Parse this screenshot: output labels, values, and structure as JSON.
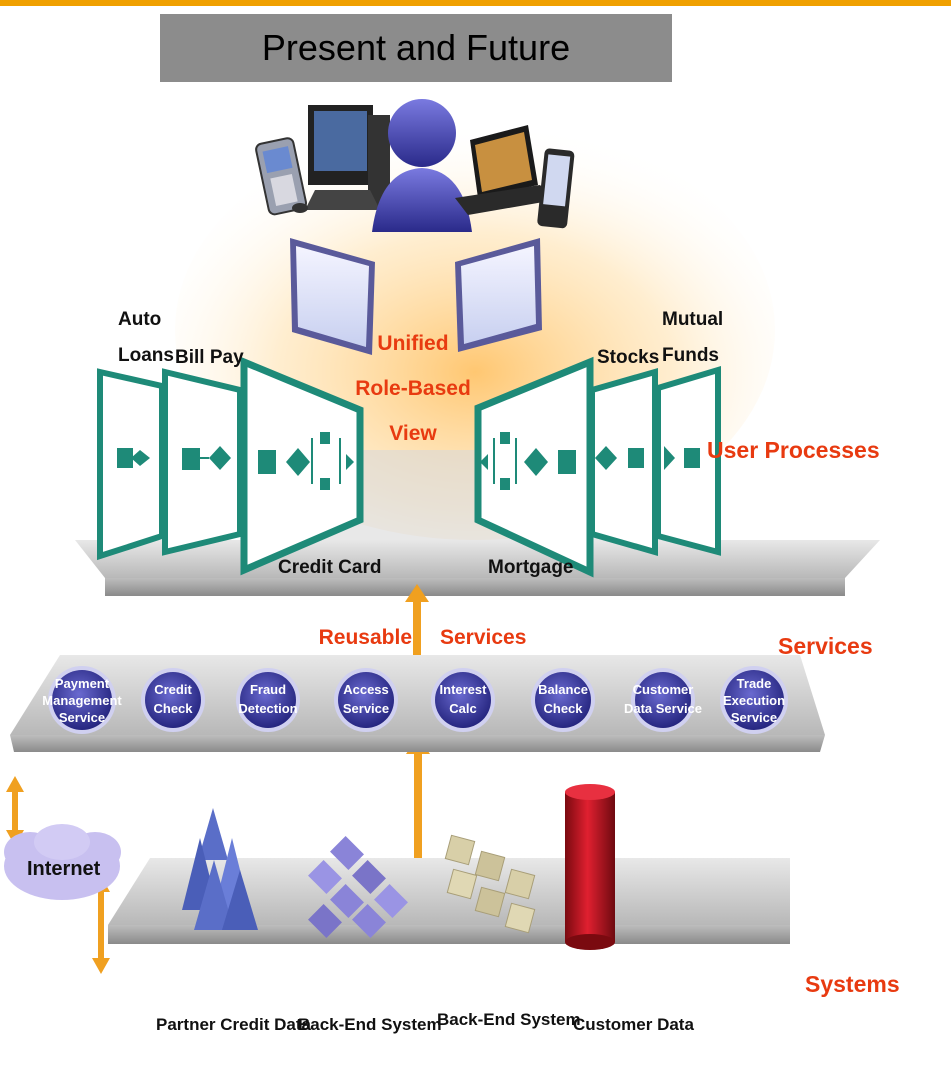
{
  "slide": {
    "title": "Present and Future",
    "accent_color": "#f0a000",
    "title_box_color": "#8c8c8c"
  },
  "user_processes": {
    "layer_label": "User Processes",
    "left_panels": [
      "Auto Loans",
      "Bill Pay",
      "Credit Card"
    ],
    "right_panels": [
      "Mortgage",
      "Stocks",
      "Mutual Funds"
    ],
    "center_label": [
      "Unified",
      "Role-Based",
      "View"
    ],
    "devices": [
      "mobile-phone-icon",
      "desktop-computer-icon",
      "user-icon",
      "laptop-icon",
      "pda-icon"
    ]
  },
  "services": {
    "layer_label": "Services",
    "banner_left": "Reusable",
    "banner_right": "Services",
    "items": [
      [
        "Payment",
        "Management",
        "Service"
      ],
      [
        "Credit",
        "Check"
      ],
      [
        "Fraud",
        "Detection"
      ],
      [
        "Access",
        "Service"
      ],
      [
        "Interest",
        "Calc"
      ],
      [
        "Balance",
        "Check"
      ],
      [
        "Customer",
        "Data Service"
      ],
      [
        "Trade",
        "Execution",
        "Service"
      ]
    ]
  },
  "systems": {
    "layer_label": "Systems",
    "internet_label": "Internet",
    "items": [
      "Partner Credit Data",
      "Back-End System",
      "Back-End System",
      "Customer Data"
    ]
  },
  "colors": {
    "label_red": "#e83a10",
    "panel_teal": "#1e8a78",
    "service_disk": "#3a3aa0",
    "cylinder_red": "#c0141e",
    "cube_purple": "#8a84d8",
    "cube_tan": "#d8cfa8",
    "pyramid_blue": "#5a6ec8",
    "arrow_orange": "#f0a020"
  }
}
